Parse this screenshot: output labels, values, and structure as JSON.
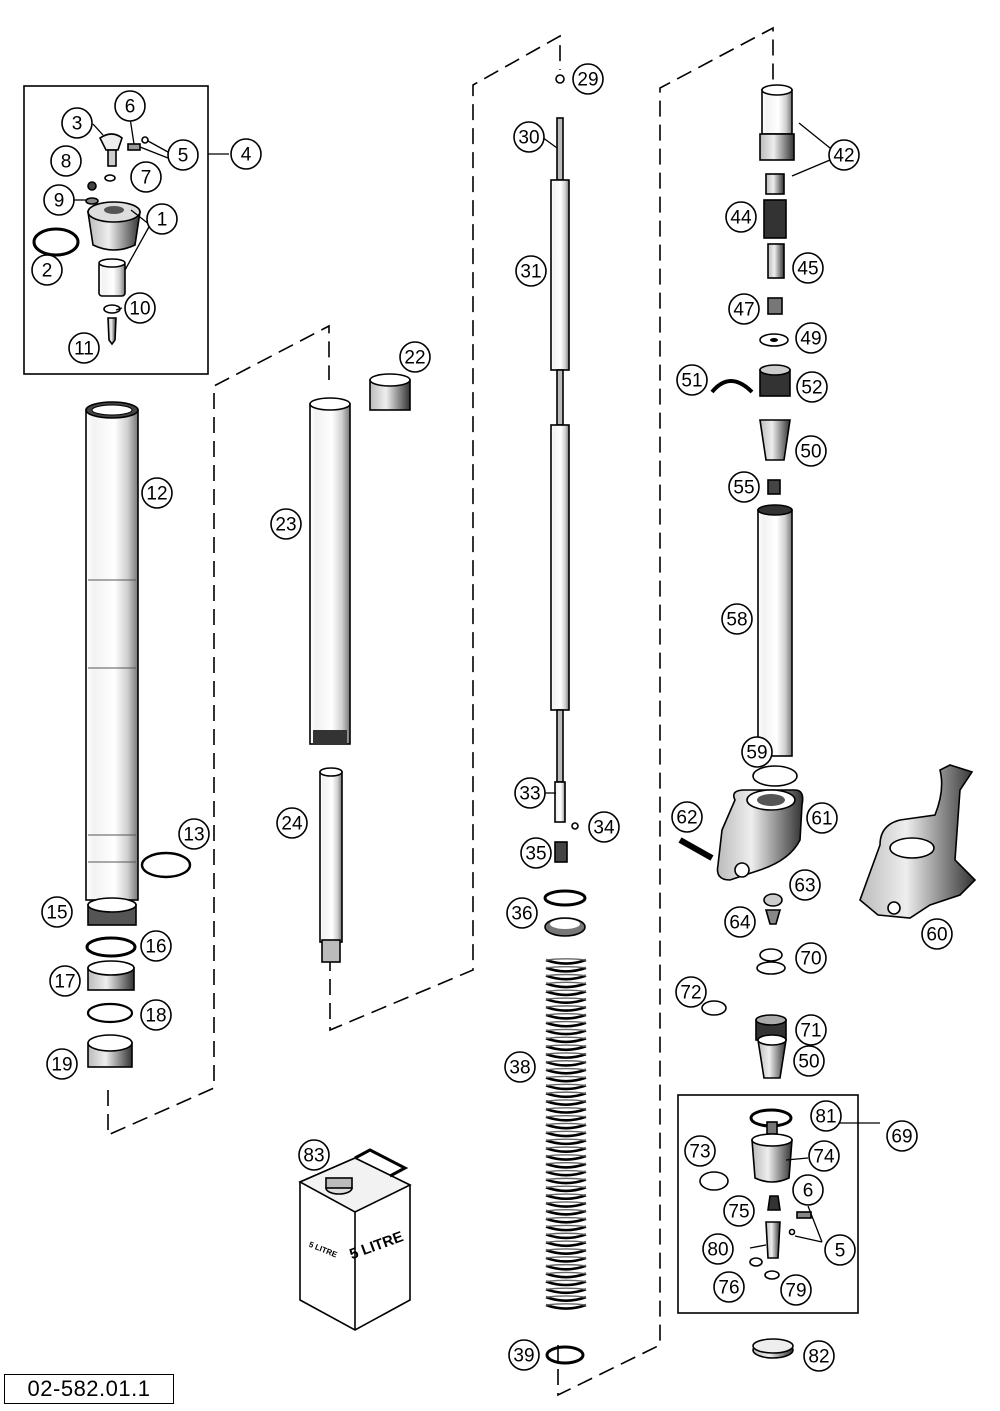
{
  "document": {
    "reference": "02-582.01.1"
  },
  "oil_can": {
    "front_label": "5 LITRE",
    "side_label": "5 LITRE"
  },
  "callouts": [
    {
      "id": "c1",
      "label": "1"
    },
    {
      "id": "c2",
      "label": "2"
    },
    {
      "id": "c3",
      "label": "3"
    },
    {
      "id": "c4",
      "label": "4"
    },
    {
      "id": "c5a",
      "label": "5"
    },
    {
      "id": "c6a",
      "label": "6"
    },
    {
      "id": "c7",
      "label": "7"
    },
    {
      "id": "c8",
      "label": "8"
    },
    {
      "id": "c9",
      "label": "9"
    },
    {
      "id": "c10",
      "label": "10"
    },
    {
      "id": "c11",
      "label": "11"
    },
    {
      "id": "c12",
      "label": "12"
    },
    {
      "id": "c13",
      "label": "13"
    },
    {
      "id": "c15",
      "label": "15"
    },
    {
      "id": "c16",
      "label": "16"
    },
    {
      "id": "c17",
      "label": "17"
    },
    {
      "id": "c18",
      "label": "18"
    },
    {
      "id": "c19",
      "label": "19"
    },
    {
      "id": "c22",
      "label": "22"
    },
    {
      "id": "c23",
      "label": "23"
    },
    {
      "id": "c24",
      "label": "24"
    },
    {
      "id": "c29",
      "label": "29"
    },
    {
      "id": "c30",
      "label": "30"
    },
    {
      "id": "c31",
      "label": "31"
    },
    {
      "id": "c33",
      "label": "33"
    },
    {
      "id": "c34",
      "label": "34"
    },
    {
      "id": "c35",
      "label": "35"
    },
    {
      "id": "c36",
      "label": "36"
    },
    {
      "id": "c38",
      "label": "38"
    },
    {
      "id": "c39",
      "label": "39"
    },
    {
      "id": "c42",
      "label": "42"
    },
    {
      "id": "c44",
      "label": "44"
    },
    {
      "id": "c45",
      "label": "45"
    },
    {
      "id": "c47",
      "label": "47"
    },
    {
      "id": "c49",
      "label": "49"
    },
    {
      "id": "c50a",
      "label": "50"
    },
    {
      "id": "c51",
      "label": "51"
    },
    {
      "id": "c52",
      "label": "52"
    },
    {
      "id": "c55",
      "label": "55"
    },
    {
      "id": "c58",
      "label": "58"
    },
    {
      "id": "c59",
      "label": "59"
    },
    {
      "id": "c60",
      "label": "60"
    },
    {
      "id": "c61",
      "label": "61"
    },
    {
      "id": "c62",
      "label": "62"
    },
    {
      "id": "c63",
      "label": "63"
    },
    {
      "id": "c64",
      "label": "64"
    },
    {
      "id": "c69",
      "label": "69"
    },
    {
      "id": "c70",
      "label": "70"
    },
    {
      "id": "c71",
      "label": "71"
    },
    {
      "id": "c72",
      "label": "72"
    },
    {
      "id": "c50b",
      "label": "50"
    },
    {
      "id": "c73",
      "label": "73"
    },
    {
      "id": "c74",
      "label": "74"
    },
    {
      "id": "c75",
      "label": "75"
    },
    {
      "id": "c6b",
      "label": "6"
    },
    {
      "id": "c5b",
      "label": "5"
    },
    {
      "id": "c76",
      "label": "76"
    },
    {
      "id": "c79",
      "label": "79"
    },
    {
      "id": "c80",
      "label": "80"
    },
    {
      "id": "c81",
      "label": "81"
    },
    {
      "id": "c82",
      "label": "82"
    },
    {
      "id": "c83",
      "label": "83"
    }
  ]
}
